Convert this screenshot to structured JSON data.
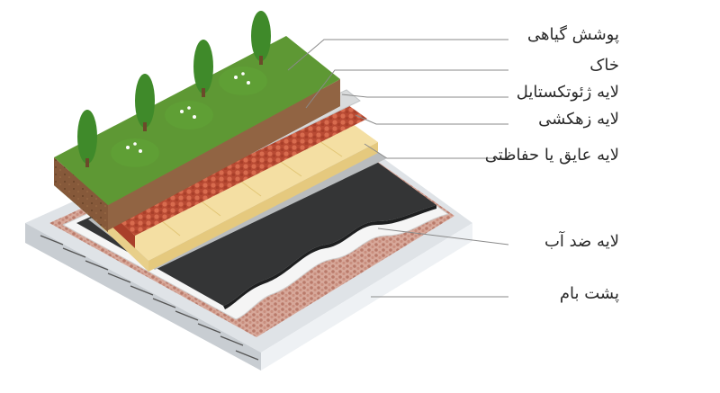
{
  "labels": {
    "vegetation": "پوشش گیاهی",
    "soil": "خاک",
    "geotextile": "لایه ژئوتکستایل",
    "drainage": "لایه زهکشی",
    "insulation": "لایه عایق یا حفاظتی",
    "waterproof": "لایه ضد آب",
    "roof_deck": "پشت بام"
  },
  "colors": {
    "grass": "#5c9a36",
    "soil": "#7a5230",
    "geotextile": "#d5d7d8",
    "drainage": "#c8563a",
    "insulation": "#f3dda0",
    "membrane": "#3a3a3a",
    "slab": "#e6eaee"
  }
}
